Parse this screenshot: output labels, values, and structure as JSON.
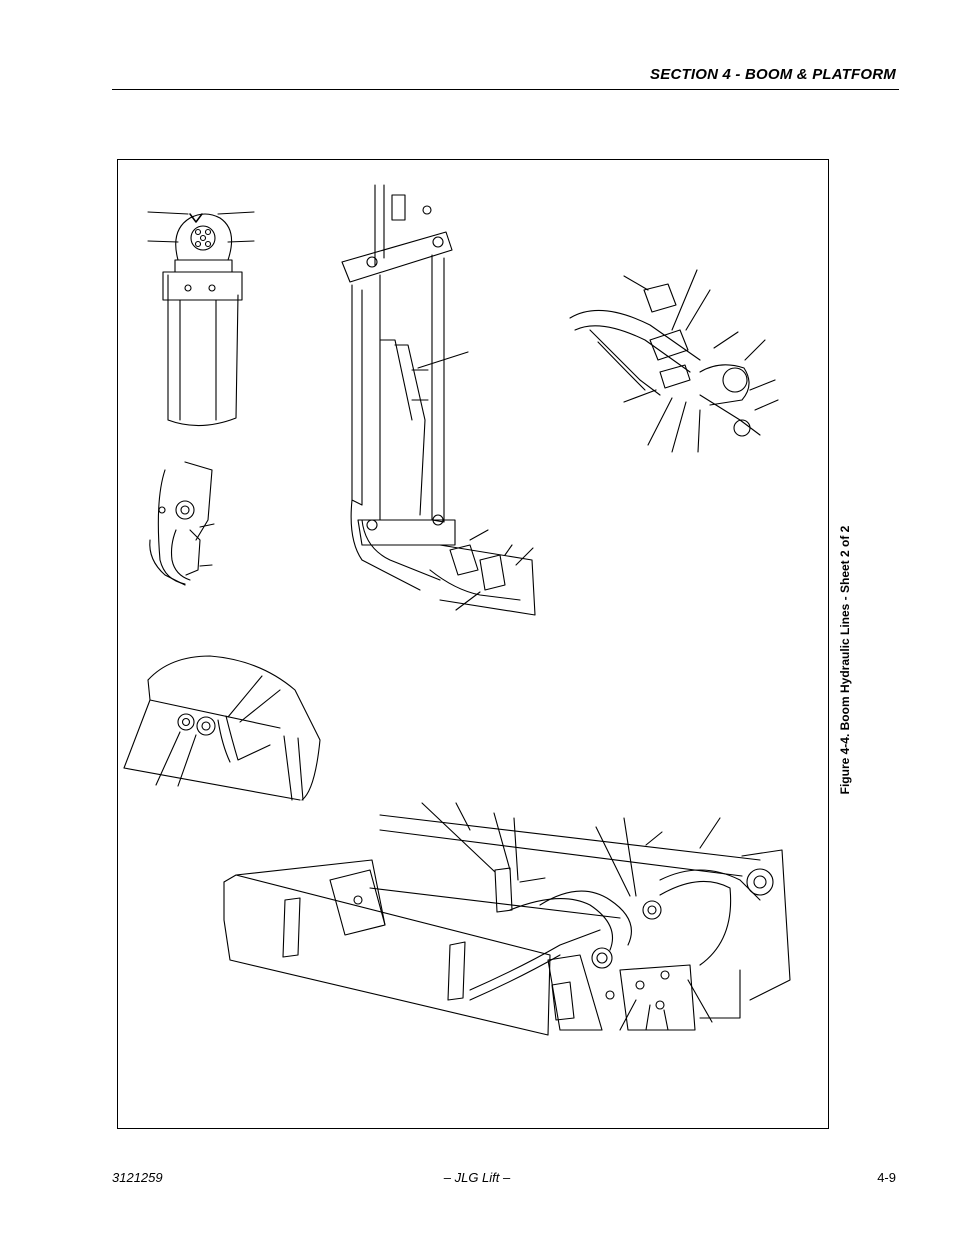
{
  "header": {
    "section_title": "SECTION 4 - BOOM & PLATFORM"
  },
  "figure": {
    "caption": "Figure 4-4.  Boom Hydraulic Lines - Sheet 2 of 2"
  },
  "footer": {
    "doc_number": "3121259",
    "center_text": "– JLG Lift –",
    "page_number": "4-9"
  }
}
